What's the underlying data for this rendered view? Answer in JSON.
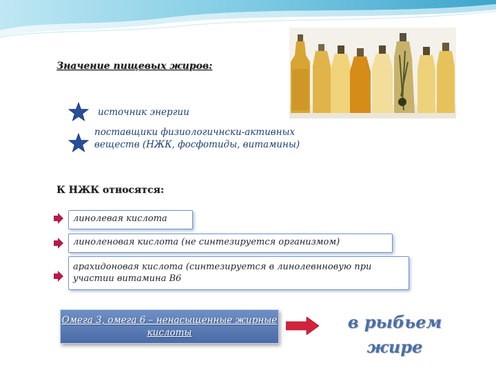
{
  "heading_value": "Значение пищевых жиров:",
  "bullets": [
    "источник энергии",
    "поставщики физиологичнcки-активных веществ (НЖК, фосфотиды, витамины)"
  ],
  "heading_nzhk": "К НЖК относятся:",
  "acids": [
    "линолевая кислота",
    "линоленовая кислота (не синтезируется организмом)",
    "арахидоновая кислота (синтезируется в линолевнновую при участии витамина В6"
  ],
  "omega_text": "Омега 3, омега 6 – ненасыщенные жирные кислоты",
  "fish_text": "в рыбьем жире",
  "colors": {
    "accent": "#4a6ca8",
    "star": "#274f9a",
    "arrow": "#b81a4a",
    "text_blue": "#1d3f7a"
  },
  "image": {
    "description_icon": "oil-bottles-photo"
  }
}
